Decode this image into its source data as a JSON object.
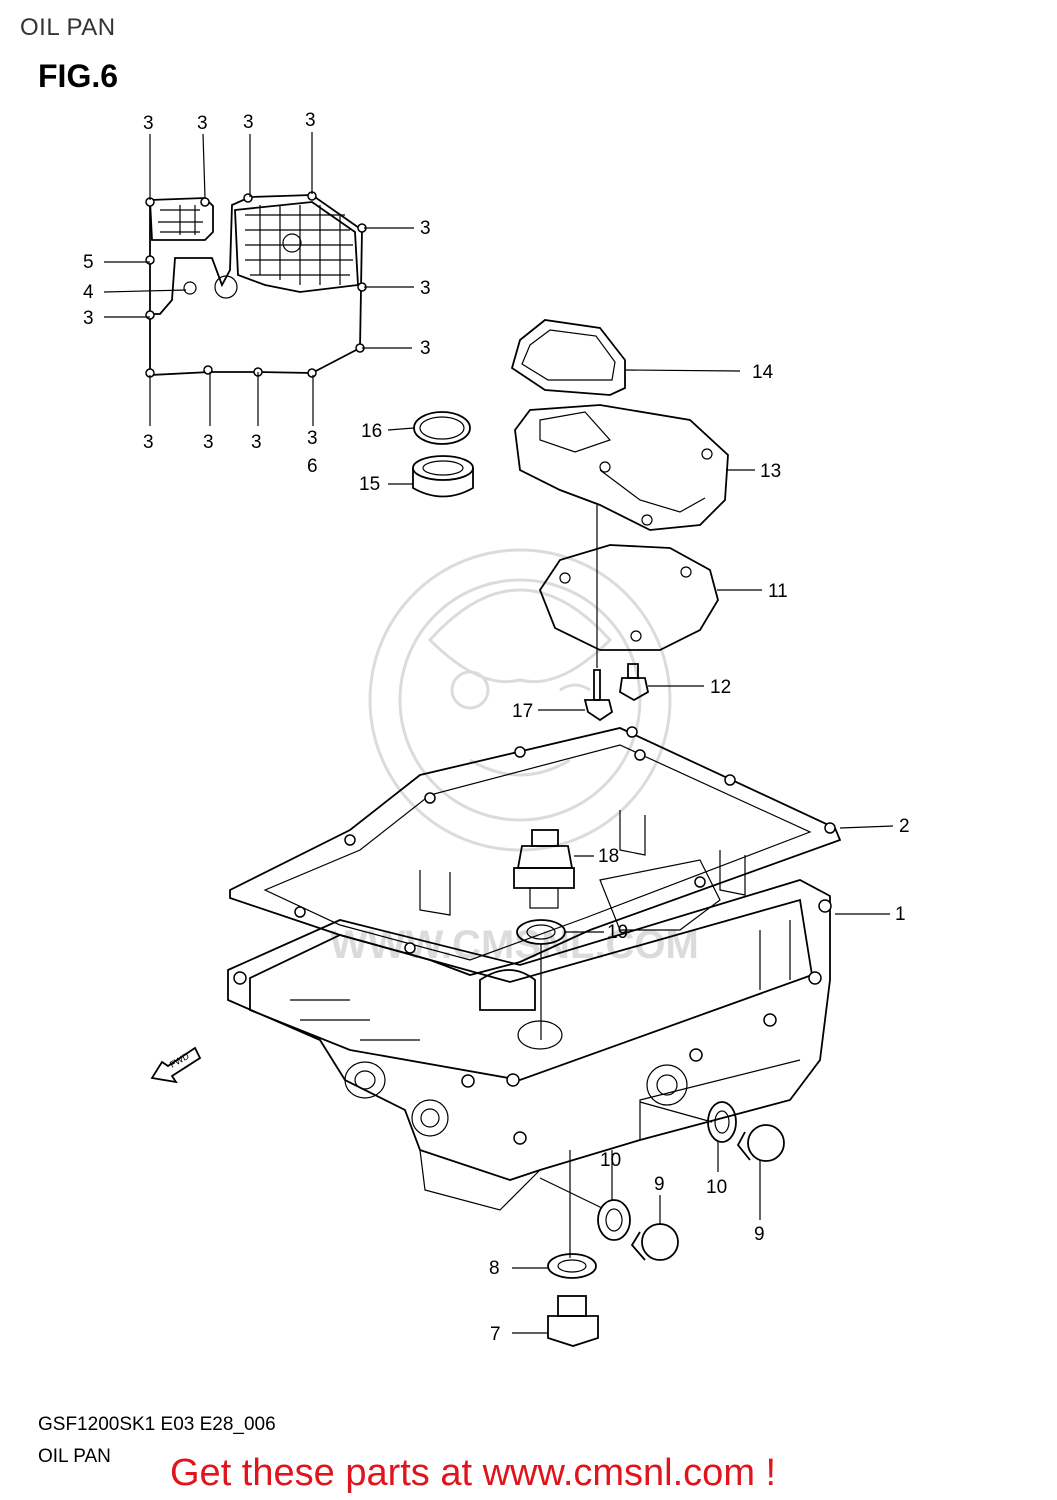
{
  "header": {
    "title": "OIL PAN",
    "figure": "FIG.6"
  },
  "footer": {
    "model_code": "GSF1200SK1 E03 E28_006",
    "section_name": "OIL PAN",
    "promo_link": "Get these parts at www.cmsnl.com !"
  },
  "watermark": {
    "text": "WWW.CMSNL.COM"
  },
  "arrow": {
    "label": "FWD"
  },
  "callouts": {
    "c1": "1",
    "c2": "2",
    "c3a": "3",
    "c3b": "3",
    "c3c": "3",
    "c3d": "3",
    "c3e": "3",
    "c3f": "3",
    "c3g": "3",
    "c3h": "3",
    "c3i": "3",
    "c3j": "3",
    "c3k": "3",
    "c3l": "3",
    "c4": "4",
    "c5": "5",
    "c6": "6",
    "c7": "7",
    "c8": "8",
    "c9a": "9",
    "c9b": "9",
    "c10a": "10",
    "c10b": "10",
    "c11": "11",
    "c12": "12",
    "c13": "13",
    "c14": "14",
    "c15": "15",
    "c16": "16",
    "c17": "17",
    "c18": "18",
    "c19": "19"
  }
}
